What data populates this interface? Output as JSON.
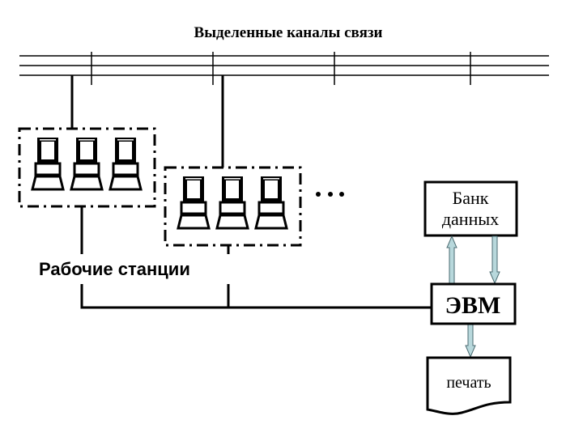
{
  "diagram": {
    "title": "Выделенные каналы связи",
    "channels": {
      "line_count": 3,
      "label": "Выделенные каналы связи"
    },
    "workstation_groups": [
      {
        "name": "group-1",
        "computers": 3
      },
      {
        "name": "group-2",
        "computers": 3
      }
    ],
    "ellipsis": "...",
    "workstations_label": "Рабочие станции",
    "bank": {
      "line1": "Банк",
      "line2": "данных"
    },
    "computer": {
      "label": "ЭВМ"
    },
    "printout": {
      "label": "печать"
    },
    "colors": {
      "line": "#000000",
      "arrow_fill": "#B8D8DC",
      "arrow_stroke": "#4A6A70",
      "background": "#FFFFFF"
    }
  }
}
